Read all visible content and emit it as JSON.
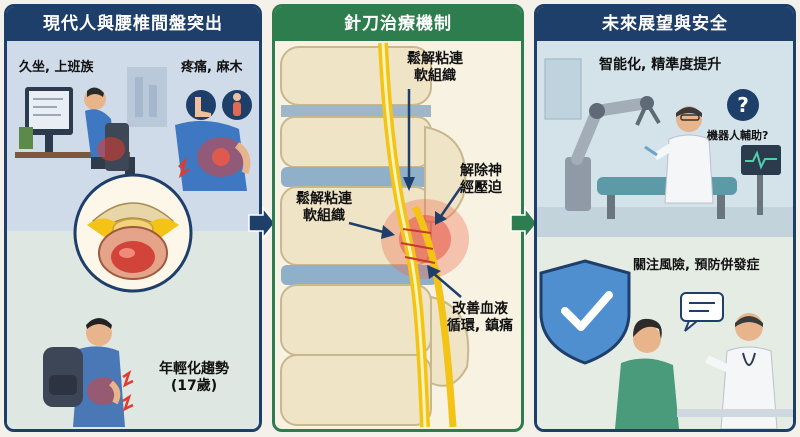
{
  "panel_left": {
    "title": "現代人與腰椎間盤突出",
    "label_sitting": "久坐, 上班族",
    "label_pain": "疼痛, 麻木",
    "label_young_line1": "年輕化趨勢",
    "label_young_line2": "(17歲)"
  },
  "panel_middle": {
    "title": "針刀治療機制",
    "label_loosen_top_line1": "鬆解粘連",
    "label_loosen_top_line2": "軟組織",
    "label_loosen_left_line1": "鬆解粘連",
    "label_loosen_left_line2": "軟組織",
    "label_release_line1": "解除神",
    "label_release_line2": "經壓迫",
    "label_blood_line1": "改善血液",
    "label_blood_line2": "循環, 鎮痛"
  },
  "panel_right": {
    "title": "未來展望與安全",
    "label_smart": "智能化, 精準度提升",
    "label_robot": "機器人輔助?",
    "question_mark": "?",
    "label_risk": "關注風險, 預防併發症"
  },
  "colors": {
    "navy": "#1f3f6b",
    "green": "#2e7d4f",
    "pain_red": "#e23b2e",
    "nerve_yellow": "#f3c316"
  }
}
